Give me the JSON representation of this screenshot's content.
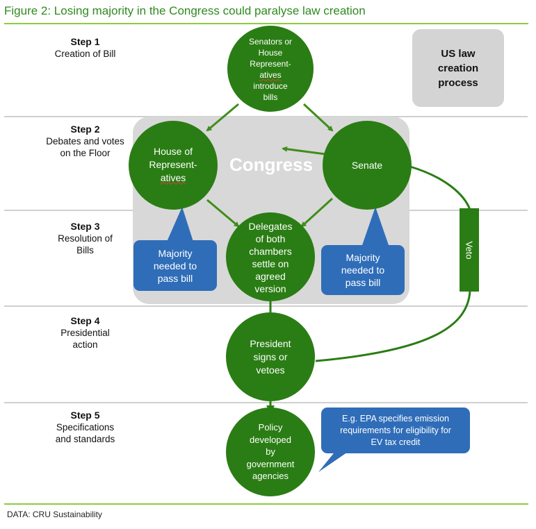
{
  "title": "Figure 2: Losing majority in the Congress could paralyse law creation",
  "credit": "DATA: CRU Sustainability",
  "legend_box": {
    "line1": "US law",
    "line2": "creation",
    "line3": "process"
  },
  "steps": [
    {
      "heading": "Step 1",
      "line1": "Creation of Bill",
      "line2": ""
    },
    {
      "heading": "Step 2",
      "line1": "Debates and votes",
      "line2": "on the Floor"
    },
    {
      "heading": "Step 3",
      "line1": "Resolution of",
      "line2": "Bills"
    },
    {
      "heading": "Step 4",
      "line1": "Presidential",
      "line2": "action"
    },
    {
      "heading": "Step 5",
      "line1": "Specifications",
      "line2": "and standards"
    }
  ],
  "congress_label": "Congress",
  "nodes": {
    "introduce": {
      "l1": "Senators or",
      "l2": "House",
      "l3": "Represent-",
      "l4": "atives",
      "l5": "introduce",
      "l6": "bills"
    },
    "house": {
      "l1": "House of",
      "l2": "Represent-",
      "l3": "atives"
    },
    "senate": {
      "l1": "Senate"
    },
    "delegates": {
      "l1": "Delegates",
      "l2": "of both",
      "l3": "chambers",
      "l4": "settle on",
      "l5": "agreed",
      "l6": "version"
    },
    "president": {
      "l1": "President",
      "l2": "signs or",
      "l3": "vetoes"
    },
    "policy": {
      "l1": "Policy",
      "l2": "developed",
      "l3": "by",
      "l4": "government",
      "l5": "agencies"
    }
  },
  "callouts": {
    "house_majority": {
      "l1": "Majority",
      "l2": "needed to",
      "l3": "pass bill"
    },
    "senate_majority": {
      "l1": "Majority",
      "l2": "needed to",
      "l3": "pass bill"
    },
    "epa_example": {
      "l1": "E.g. EPA specifies emission",
      "l2": "requirements for eligibility for",
      "l3": "EV tax credit"
    }
  },
  "veto_label": "Veto",
  "colors": {
    "node_green": "#2a7d14",
    "arrow_green": "#3e8e1a",
    "callout_blue": "#2f6db8",
    "congress_grey": "#d8d8d8",
    "title_green": "#2f8a1f"
  }
}
